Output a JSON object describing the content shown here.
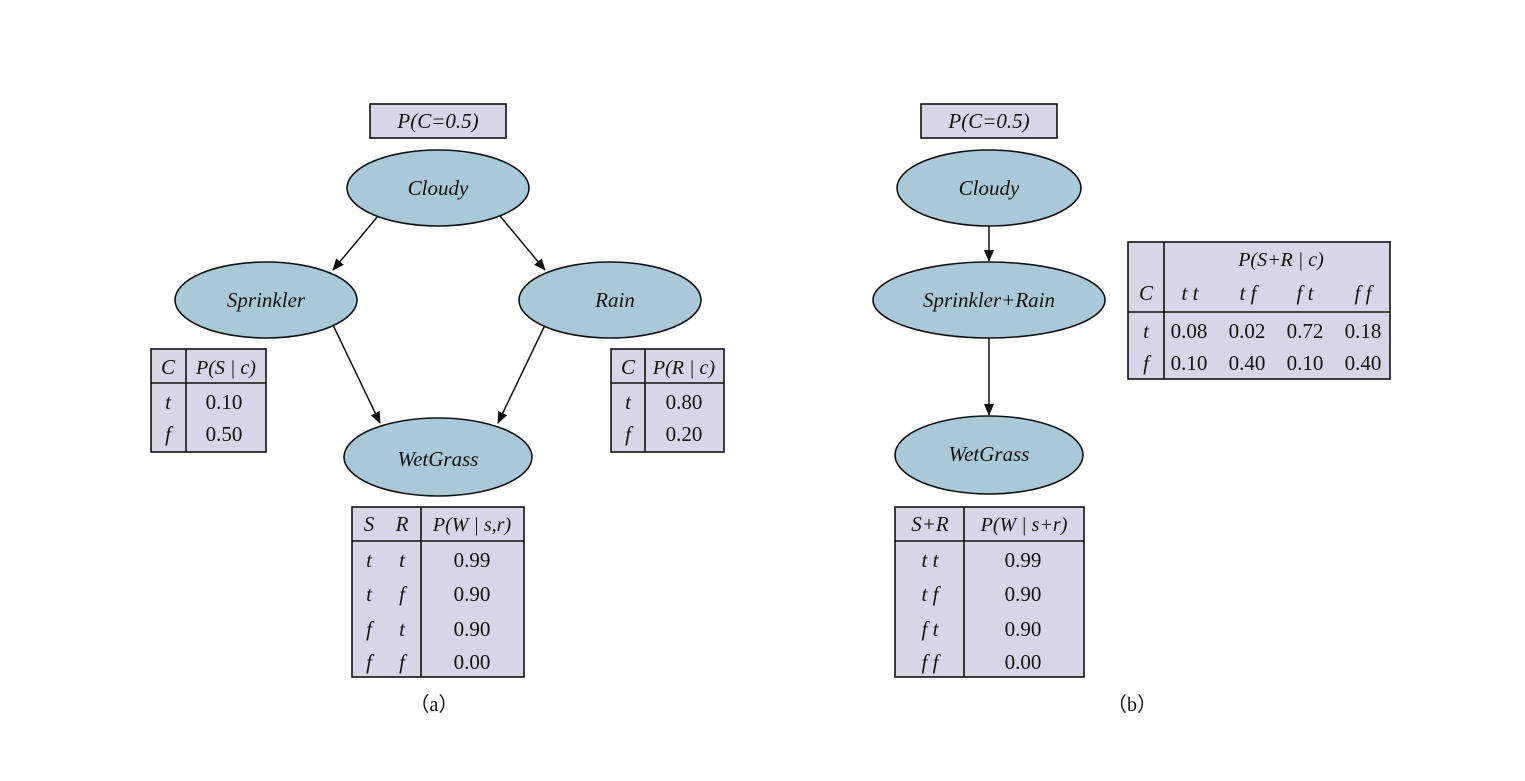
{
  "panel_a": {
    "caption": "（a）",
    "prior_label": "P(C=0.5)",
    "nodes": {
      "cloudy": "Cloudy",
      "sprinkler": "Sprinkler",
      "rain": "Rain",
      "wetgrass": "WetGrass"
    },
    "sprinkler_cpt": {
      "headers": [
        "C",
        "P(S | c)"
      ],
      "rows": [
        [
          "t",
          "0.10"
        ],
        [
          "f",
          "0.50"
        ]
      ]
    },
    "rain_cpt": {
      "headers": [
        "C",
        "P(R | c)"
      ],
      "rows": [
        [
          "t",
          "0.80"
        ],
        [
          "f",
          "0.20"
        ]
      ]
    },
    "wetgrass_cpt": {
      "headers": [
        "S",
        "R",
        "P(W | s,r)"
      ],
      "rows": [
        [
          "t",
          "t",
          "0.99"
        ],
        [
          "t",
          "f",
          "0.90"
        ],
        [
          "f",
          "t",
          "0.90"
        ],
        [
          "f",
          "f",
          "0.00"
        ]
      ]
    }
  },
  "panel_b": {
    "caption": "（b）",
    "prior_label": "P(C=0.5)",
    "nodes": {
      "cloudy": "Cloudy",
      "sprinkler_rain": "Sprinkler+Rain",
      "wetgrass": "WetGrass"
    },
    "joint_cpt": {
      "title": "P(S+R | c)",
      "headers": [
        "C",
        "t t",
        "t f",
        "f t",
        "f f"
      ],
      "rows": [
        [
          "t",
          "0.08",
          "0.02",
          "0.72",
          "0.18"
        ],
        [
          "f",
          "0.10",
          "0.40",
          "0.10",
          "0.40"
        ]
      ]
    },
    "wetgrass_cpt": {
      "headers": [
        "S+R",
        "P(W | s+r)"
      ],
      "rows": [
        [
          "t t",
          "0.99"
        ],
        [
          "t f",
          "0.90"
        ],
        [
          "f t",
          "0.90"
        ],
        [
          "f f",
          "0.00"
        ]
      ]
    }
  }
}
